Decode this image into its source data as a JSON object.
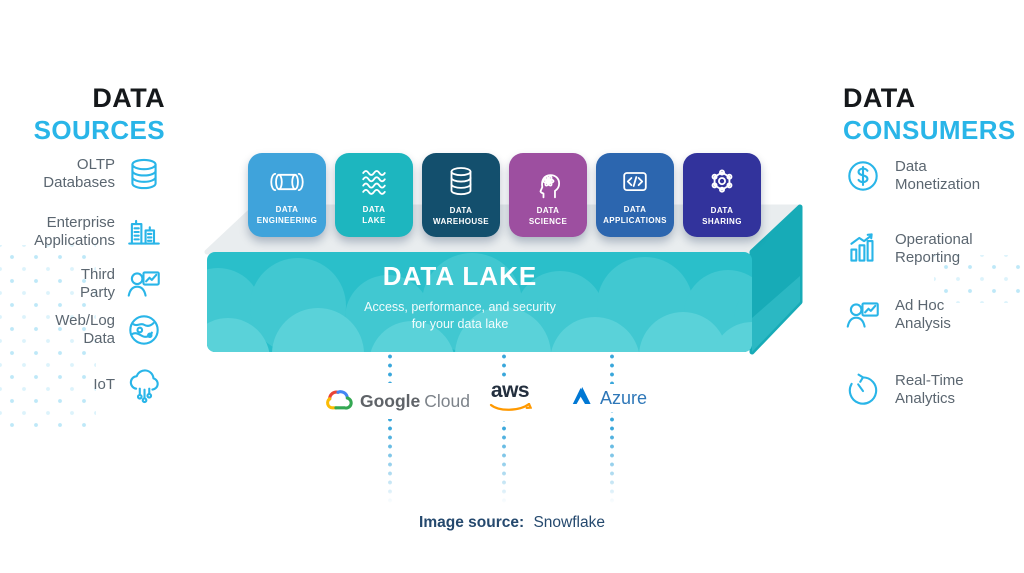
{
  "colors": {
    "accent_blue": "#29b5e8",
    "heading_black": "#15181b",
    "label_gray": "#5b6670",
    "caption_navy": "#25496e",
    "platform_front": "#2abfca",
    "platform_side": "#17abb7",
    "platform_side_light": "#2bb8c3",
    "platform_top": "#e9edef",
    "platform_cloud_1": "#41c8d1",
    "platform_cloud_2": "#5ad2d9",
    "dotted_line_blue": "#3aa7db"
  },
  "sources": {
    "heading_line1": "DATA",
    "heading_line2": "SOURCES",
    "items": [
      {
        "line1": "OLTP",
        "line2": "Databases",
        "icon": "database-icon"
      },
      {
        "line1": "Enterprise",
        "line2": "Applications",
        "icon": "buildings-icon"
      },
      {
        "line1": "Third",
        "line2": "Party",
        "icon": "person-chart-icon"
      },
      {
        "line1": "Web/Log",
        "line2": "Data",
        "icon": "globe-icon"
      },
      {
        "line1": "IoT",
        "line2": "",
        "icon": "iot-cloud-icon"
      }
    ]
  },
  "consumers": {
    "heading_line1": "DATA",
    "heading_line2": "CONSUMERS",
    "items": [
      {
        "line1": "Data",
        "line2": "Monetization",
        "icon": "dollar-circle-icon"
      },
      {
        "line1": "Operational",
        "line2": "Reporting",
        "icon": "bar-chart-icon"
      },
      {
        "line1": "Ad Hoc",
        "line2": "Analysis",
        "icon": "person-chart-icon"
      },
      {
        "line1": "Real-Time",
        "line2": "Analytics",
        "icon": "clock-cycle-icon"
      }
    ]
  },
  "platform": {
    "title": "DATA LAKE",
    "subtitle_line1": "Access, performance, and security",
    "subtitle_line2": "for your data lake",
    "tiles": [
      {
        "line1": "DATA",
        "line2": "ENGINEERING",
        "color": "#3fa3db",
        "icon": "pipe-icon"
      },
      {
        "line1": "DATA",
        "line2": "LAKE",
        "color": "#1db6bf",
        "icon": "waves-icon"
      },
      {
        "line1": "DATA",
        "line2": "WAREHOUSE",
        "color": "#134f6d",
        "icon": "database-icon"
      },
      {
        "line1": "DATA",
        "line2": "SCIENCE",
        "color": "#9d4fa0",
        "icon": "head-atom-icon"
      },
      {
        "line1": "DATA",
        "line2": "APPLICATIONS",
        "color": "#2c66af",
        "icon": "code-icon"
      },
      {
        "line1": "DATA",
        "line2": "SHARING",
        "color": "#32339c",
        "icon": "network-icon"
      }
    ]
  },
  "providers": {
    "google": {
      "primary": "Google",
      "secondary": "Cloud"
    },
    "aws": {
      "label": "aws"
    },
    "azure": {
      "label": "Azure"
    }
  },
  "caption": {
    "label": "Image source:",
    "source": "Snowflake"
  }
}
